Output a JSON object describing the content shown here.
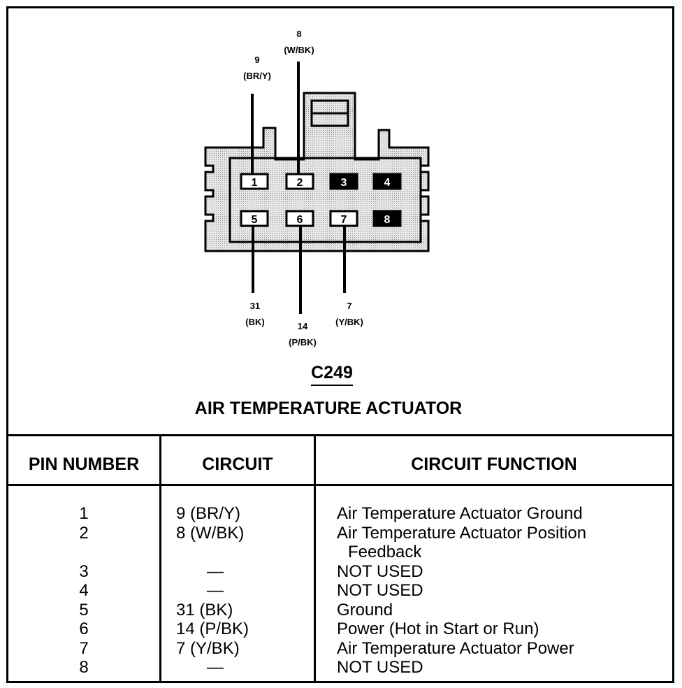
{
  "connector": {
    "id": "C249",
    "name": "AIR TEMPERATURE ACTUATOR",
    "pins_top": [
      "1",
      "2",
      "3",
      "4"
    ],
    "pins_bottom": [
      "5",
      "6",
      "7",
      "8"
    ],
    "wires": {
      "pin1_circuit": "9",
      "pin1_color": "(BR/Y)",
      "pin2_circuit": "8",
      "pin2_color": "(W/BK)",
      "pin5_circuit": "31",
      "pin5_color": "(BK)",
      "pin6_circuit": "14",
      "pin6_color": "(P/BK)",
      "pin7_circuit": "7",
      "pin7_color": "(Y/BK)"
    }
  },
  "table": {
    "headers": [
      "PIN NUMBER",
      "CIRCUIT",
      "CIRCUIT FUNCTION"
    ],
    "rows": [
      {
        "pin": "1",
        "circuit": "9 (BR/Y)",
        "function": "Air Temperature Actuator Ground",
        "function_cont": ""
      },
      {
        "pin": "2",
        "circuit": "8 (W/BK)",
        "function": "Air Temperature Actuator Position",
        "function_cont": "Feedback"
      },
      {
        "pin": "3",
        "circuit": "—",
        "function": "NOT USED",
        "function_cont": ""
      },
      {
        "pin": "4",
        "circuit": "—",
        "function": "NOT USED",
        "function_cont": ""
      },
      {
        "pin": "5",
        "circuit": "31 (BK)",
        "function": "Ground",
        "function_cont": ""
      },
      {
        "pin": "6",
        "circuit": "14 (P/BK)",
        "function": "Power (Hot in Start or Run)",
        "function_cont": ""
      },
      {
        "pin": "7",
        "circuit": "7 (Y/BK)",
        "function": "Air Temperature Actuator Power",
        "function_cont": ""
      },
      {
        "pin": "8",
        "circuit": "—",
        "function": "NOT USED",
        "function_cont": ""
      }
    ]
  },
  "colors": {
    "housing_fill": "#cfcfcf",
    "pin_unused_fill": "#000000",
    "line": "#000000"
  }
}
